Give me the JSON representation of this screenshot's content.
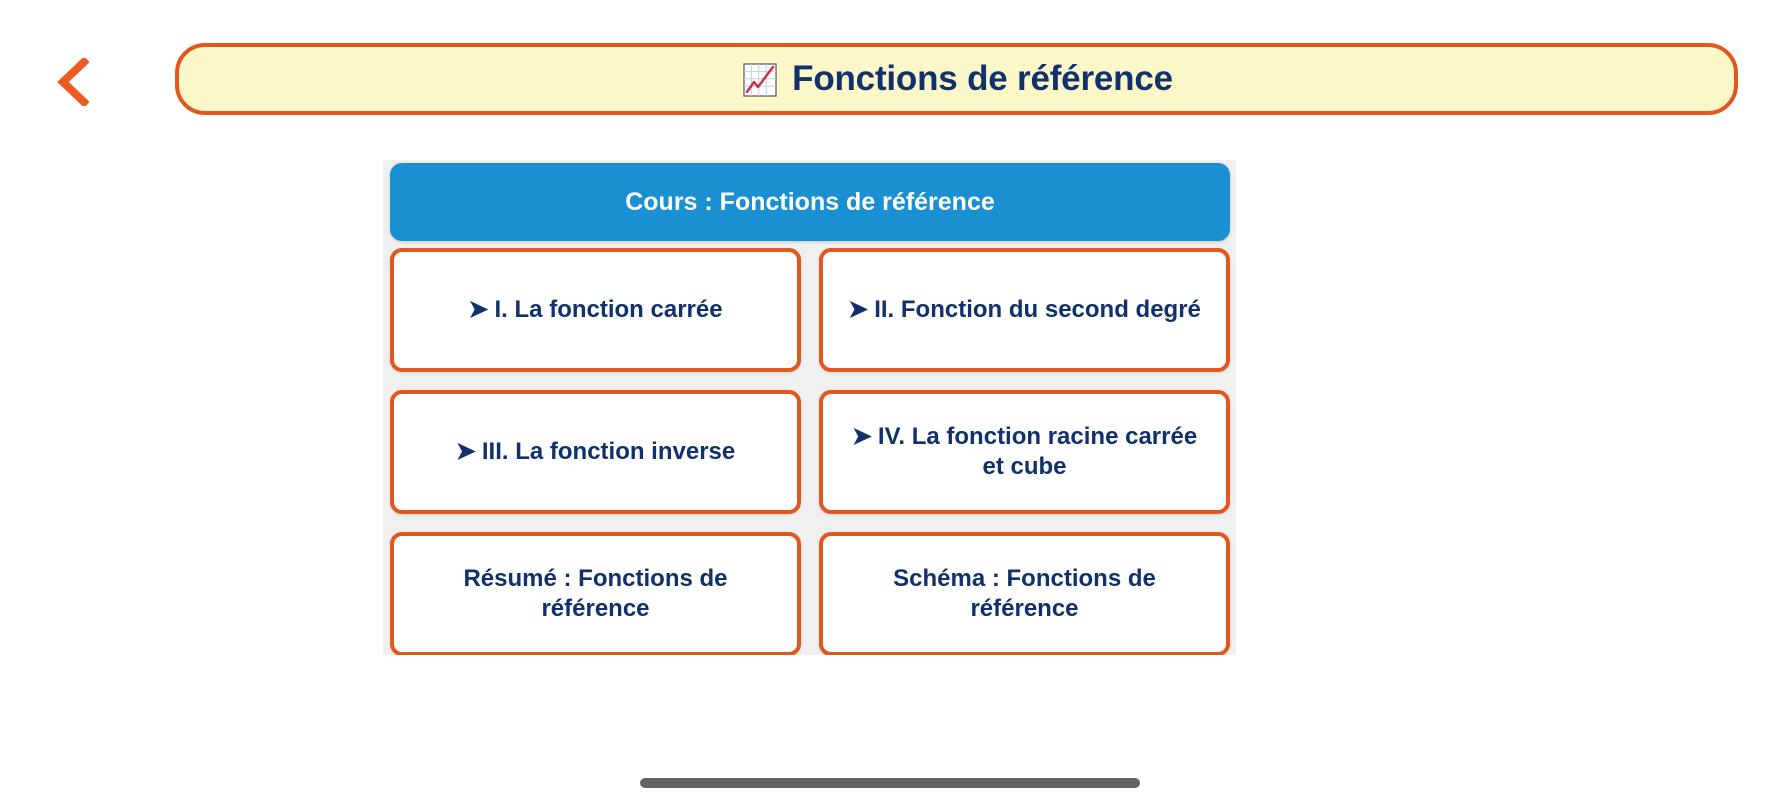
{
  "page": {
    "title": "Fonctions de référence",
    "title_emoji": "chart-increasing-emoji"
  },
  "topbar": {
    "back_icon": "chevron-left-icon",
    "banner_title": "📈 Fonctions de référence",
    "banner_title_text": "Fonctions de référence"
  },
  "content": {
    "primary_button": {
      "label": "Cours : Fonctions de référence"
    },
    "cards": [
      {
        "arrow": "➤",
        "label": "I. La fonction carrée"
      },
      {
        "arrow": "➤",
        "label": "II. Fonction du second degré"
      },
      {
        "arrow": "➤",
        "label": "III. La fonction inverse"
      },
      {
        "arrow": "➤",
        "label": "IV. La fonction racine carrée et cube"
      },
      {
        "arrow": "",
        "label": "Résumé : Fonctions de référence"
      },
      {
        "arrow": "",
        "label": "Schéma : Fonctions de référence"
      }
    ]
  },
  "colors": {
    "accent_orange": "#e2571e",
    "banner_yellow": "#fcf7c9",
    "navy_text": "#10316b",
    "button_blue": "#1a8fd2",
    "panel_gray": "#f0f0f0",
    "home_indicator": "#636363"
  },
  "system": {
    "home_indicator": "home-indicator"
  }
}
